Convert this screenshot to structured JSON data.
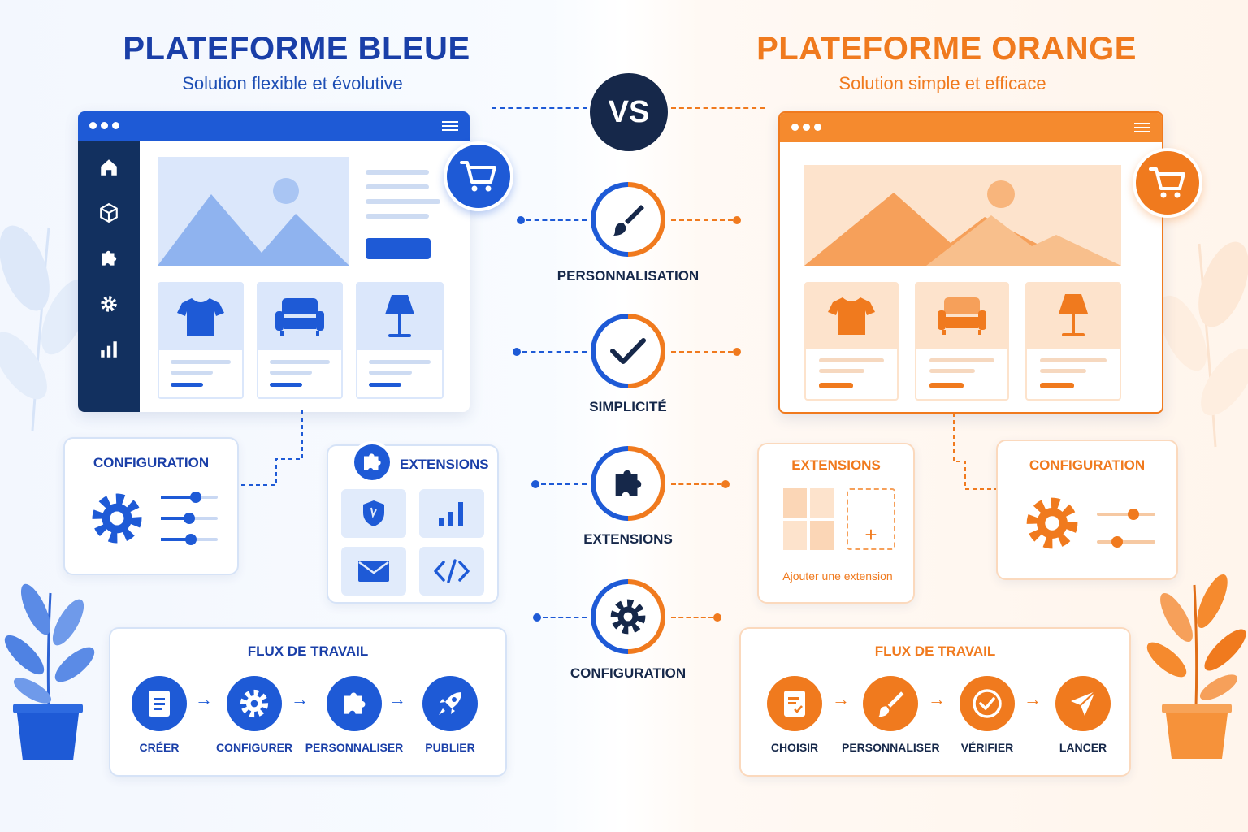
{
  "vs": "VS",
  "left": {
    "title": "PLATEFORME BLEUE",
    "subtitle": "Solution flexible et évolutive",
    "configuration": "CONFIGURATION",
    "extensions": "EXTENSIONS",
    "workflow_title": "FLUX DE TRAVAIL",
    "steps": [
      "CRÉER",
      "CONFIGURER",
      "PERSONNALISER",
      "PUBLIER"
    ]
  },
  "right": {
    "title": "PLATEFORME ORANGE",
    "subtitle": "Solution simple et efficace",
    "extensions": "EXTENSIONS",
    "add_extension": "Ajouter une extension",
    "configuration": "CONFIGURATION",
    "workflow_title": "FLUX DE TRAVAIL",
    "steps": [
      "CHOISIR",
      "PERSONNALISER",
      "VÉRIFIER",
      "LANCER"
    ]
  },
  "criteria": [
    "PERSONNALISATION",
    "SIMPLICITÉ",
    "EXTENSIONS",
    "CONFIGURATION"
  ],
  "colors": {
    "blue": "#1e5ad6",
    "navy": "#12305f",
    "orange": "#f07a1e",
    "dark": "#16284a"
  }
}
